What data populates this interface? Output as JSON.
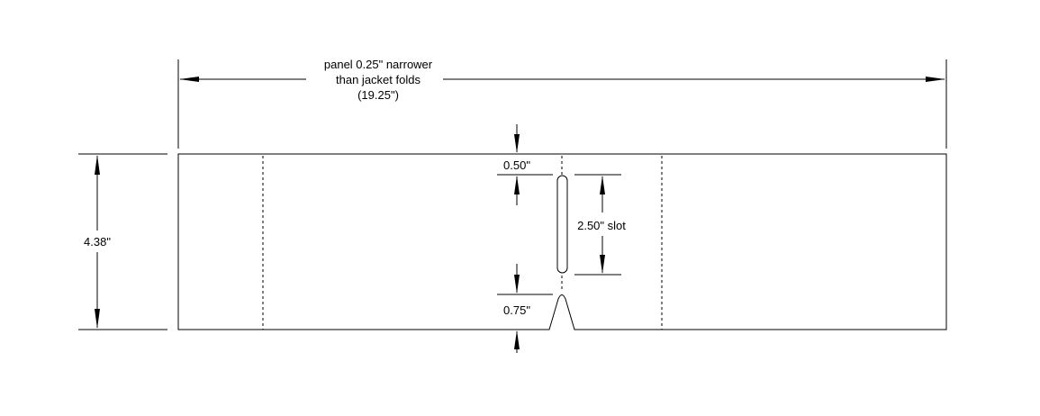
{
  "diagram": {
    "title_lines": [
      "panel 0.25\" narrower",
      "than jacket folds",
      "(19.25\")"
    ],
    "height_label": "4.38\"",
    "top_offset_label": "0.50\"",
    "slot_label": "2.50\" slot",
    "bottom_offset_label": "0.75\""
  }
}
